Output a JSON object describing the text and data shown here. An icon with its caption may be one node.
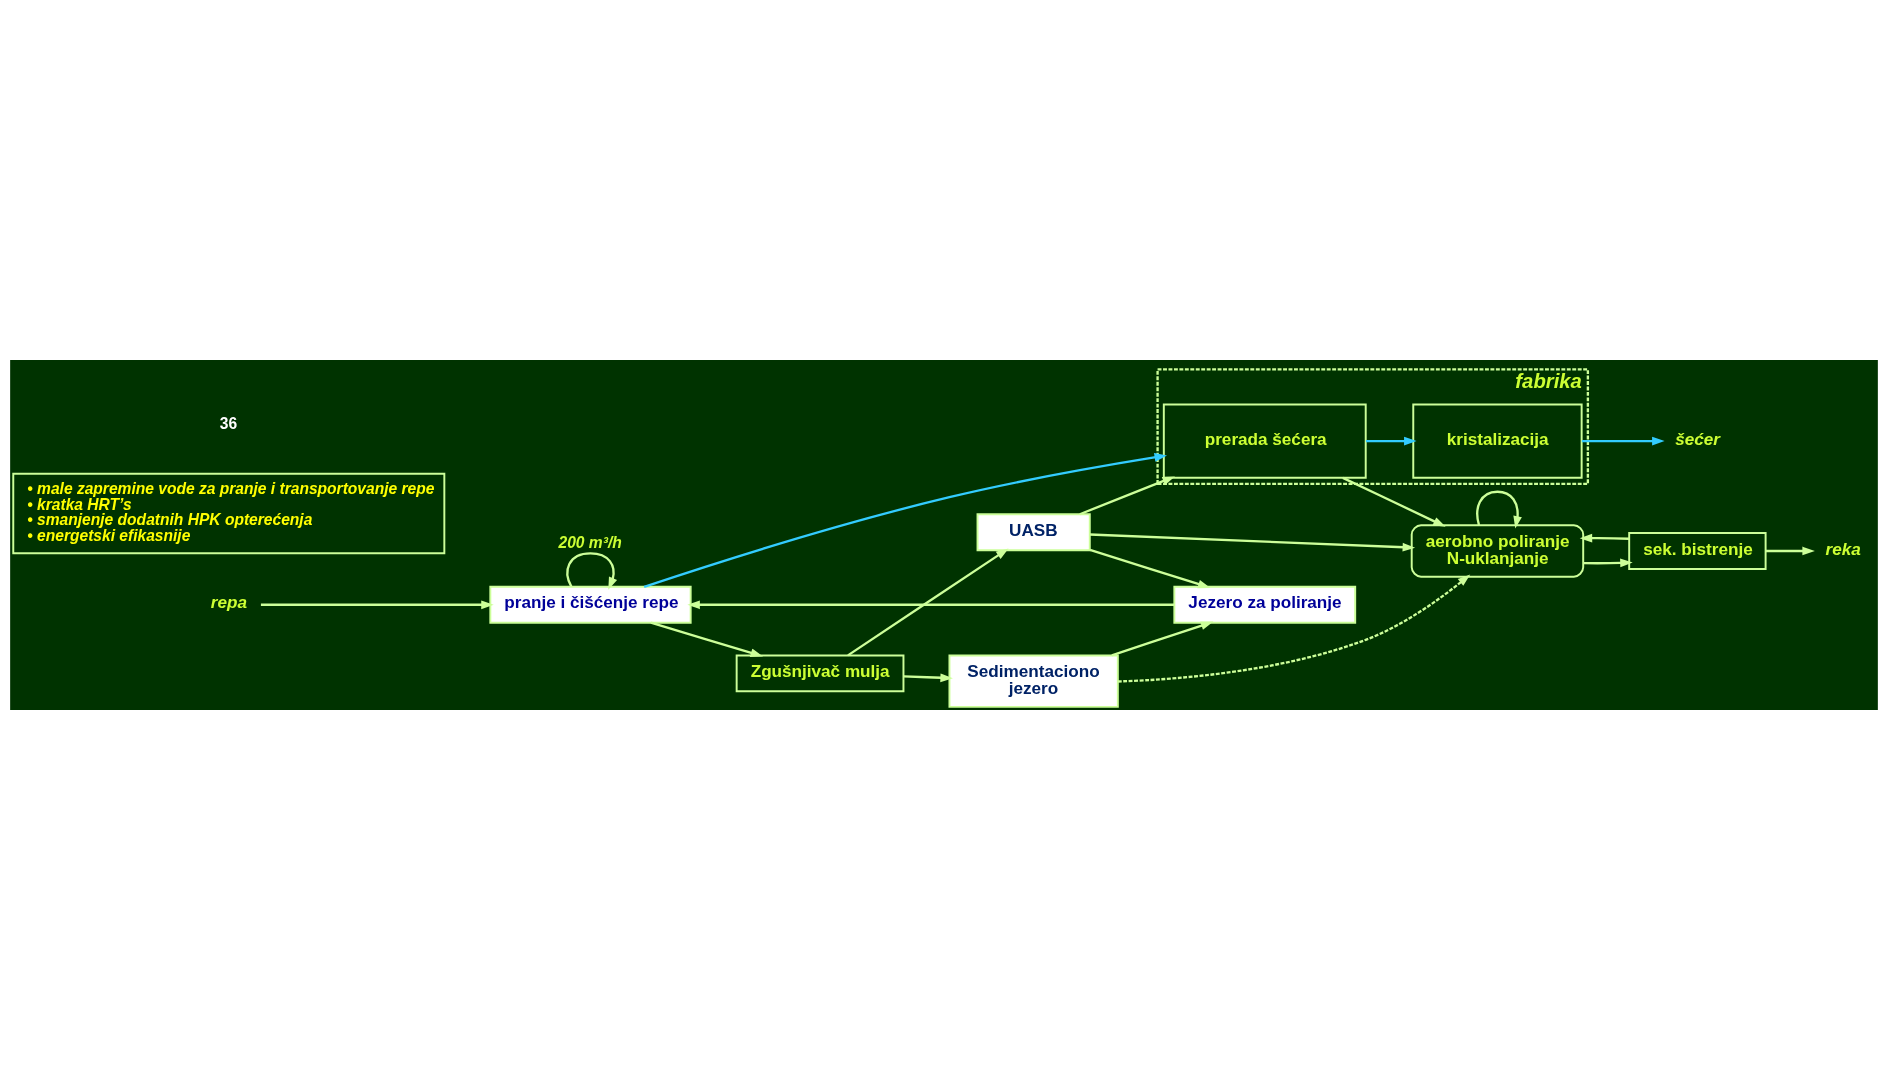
{
  "diagram": {
    "nodes": [
      {
        "text": [
          "fabrika"
        ]
      },
      {
        "text": [
          "repa"
        ]
      },
      {
        "text": [
          "pranje i čišćenje repe"
        ]
      },
      {
        "text": [
          "prerada šećera"
        ],
        "in": 0
      },
      {
        "text": [
          "kristalizacija"
        ],
        "in": 0
      },
      {
        "text": [
          "šećer"
        ]
      },
      {
        "text": [
          "Zgušnjivač mulja"
        ]
      },
      {
        "text": [
          "Jezero za poliranje"
        ]
      },
      {
        "text": [
          "UASB"
        ]
      },
      {
        "text": [
          "Sedimentaciono",
          "jezero"
        ]
      },
      {
        "text": [
          "• male zapremine vode za pranje i transportovanje repe",
          "• kratka HRT’s",
          "• smanjenje dodatnih HPK opterećenja",
          "• energetski efikasnije"
        ]
      },
      {
        "text": [
          "aerobno poliranje",
          "N-uklanjanje"
        ]
      },
      {
        "text": [
          "sek. bistrenje"
        ]
      },
      {
        "text": [
          "reka"
        ]
      }
    ],
    "edges": [
      {
        "from": 1,
        "to": 2,
        "arrow": "to"
      },
      {
        "from": 2,
        "to": 3,
        "arrow": "to",
        "color": "#33ccff"
      },
      {
        "from": 3,
        "to": 4,
        "arrow": "to",
        "color": "#33ccff"
      },
      {
        "from": 4,
        "to": 5,
        "arrow": "to",
        "color": "#33ccff"
      },
      {
        "from": 2,
        "to": 2,
        "arrow": "to",
        "label": "200 m³/h"
      },
      {
        "from": 2,
        "to": 6,
        "arrow": "to"
      },
      {
        "from": 7,
        "to": 2,
        "arrow": "to"
      },
      {
        "from": 6,
        "to": 9,
        "arrow": "to"
      },
      {
        "from": 6,
        "to": 8,
        "arrow": "to"
      },
      {
        "from": 8,
        "to": 7,
        "arrow": "to"
      },
      {
        "from": 9,
        "to": 7,
        "arrow": "to"
      },
      {
        "from": 8,
        "to": 3,
        "arrow": "to"
      },
      {
        "from": 8,
        "to": 11,
        "arrow": "to"
      },
      {
        "from": 3,
        "to": 11,
        "arrow": "to"
      },
      {
        "from": 9,
        "to": 11,
        "arrow": "to",
        "style": "dashed"
      },
      {
        "from": 11,
        "to": 11,
        "arrow": "to"
      },
      {
        "from": 11,
        "to": 12,
        "arrow": "to"
      },
      {
        "from": 12,
        "to": 11,
        "arrow": "to"
      },
      {
        "from": 12,
        "to": 13,
        "arrow": "to"
      }
    ],
    "labels": [
      "36"
    ]
  }
}
